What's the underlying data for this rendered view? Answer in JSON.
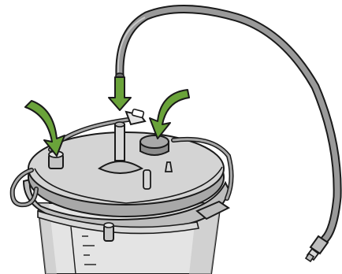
{
  "illustration": {
    "colors": {
      "outline": "#1a1a1a",
      "lid": "#d4d4d4",
      "lid_shadow": "#a8a8a8",
      "lid_highlight": "#ececec",
      "canister": "#e4e4e4",
      "canister_shadow": "#c4c4c4",
      "tubing": "#9a9a9a",
      "tubing_highlight": "#c8c8c8",
      "cap": "#8c8c8c",
      "arrow_fill": "#6aa33a",
      "arrow_highlight": "#8cc152",
      "background": "#ffffff"
    },
    "arrows": [
      {
        "name": "left-curved-arrow",
        "icon": "curved-arrow-down-right"
      },
      {
        "name": "center-straight-arrow",
        "icon": "arrow-down"
      },
      {
        "name": "right-curved-arrow",
        "icon": "curved-arrow-down-left"
      }
    ]
  }
}
